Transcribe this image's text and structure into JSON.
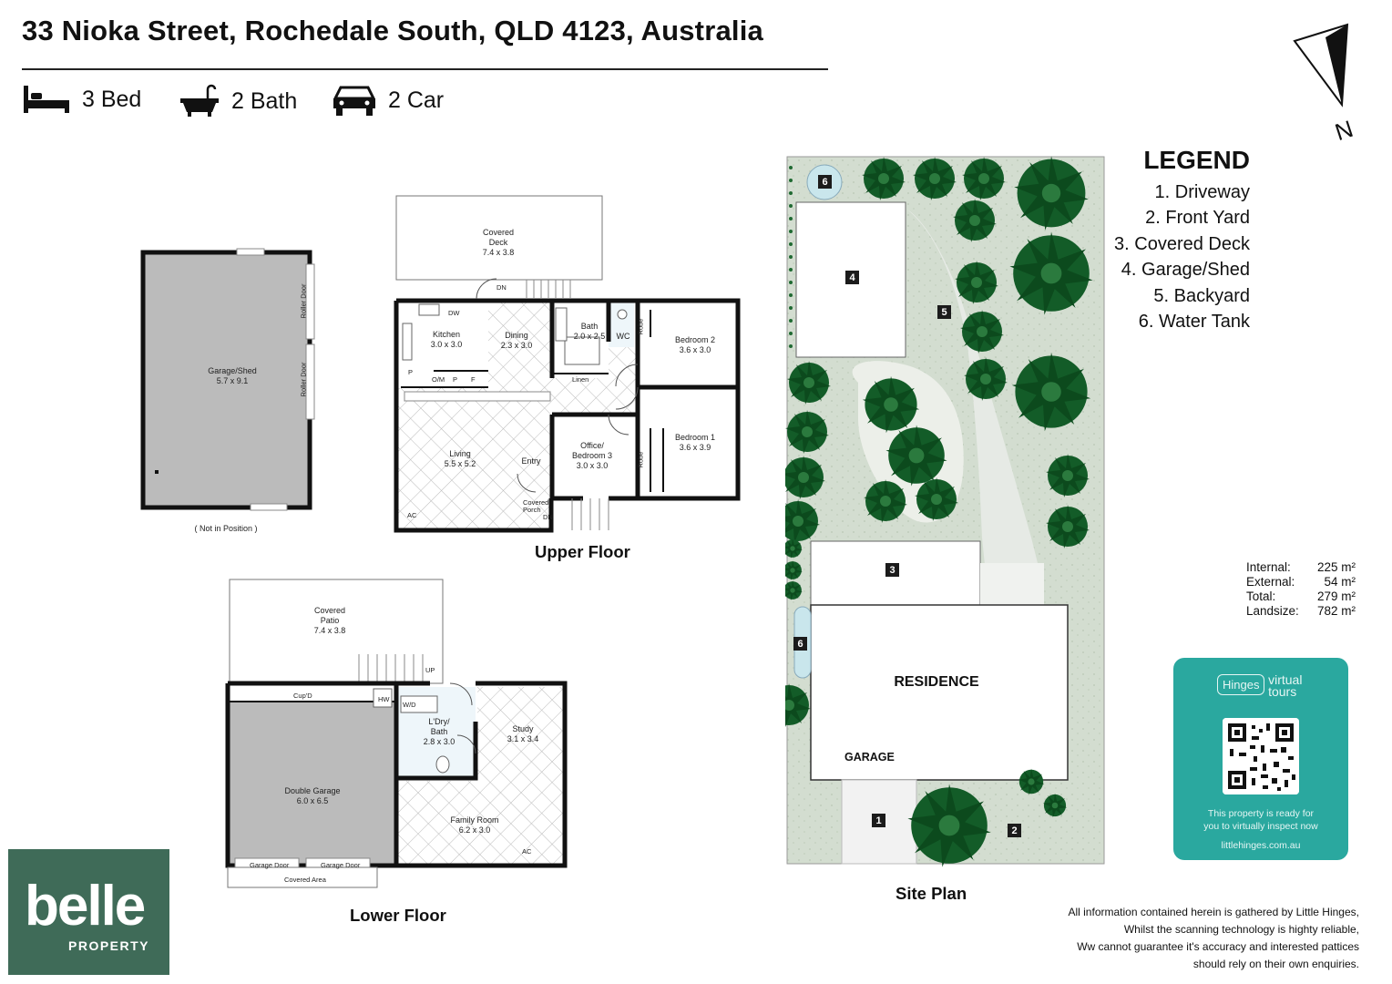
{
  "header": {
    "address": "33 Nioka Street, Rochedale South, QLD 4123, Australia",
    "beds": "3 Bed",
    "baths": "2 Bath",
    "cars": "2 Car"
  },
  "compass": {
    "north_label": "N"
  },
  "legend": {
    "title": "LEGEND",
    "items": [
      "1. Driveway",
      "2. Front Yard",
      "3. Covered Deck",
      "4. Garage/Shed",
      "5. Backyard",
      "6. Water Tank"
    ]
  },
  "areas": [
    {
      "label": "Internal:",
      "value": "225 m²"
    },
    {
      "label": "External:",
      "value": "54 m²"
    },
    {
      "label": "Total:",
      "value": "279 m²"
    },
    {
      "label": "Landsize:",
      "value": "782 m²"
    }
  ],
  "garage_shed": {
    "name": "Garage/Shed",
    "size": "5.7 x 9.1",
    "roller_door_1": "Roller Door",
    "roller_door_2": "Roller Door",
    "note": "( Not in Position )"
  },
  "upper_floor": {
    "caption": "Upper Floor",
    "deck": {
      "name": "Covered",
      "name2": "Deck",
      "size": "7.4 x 3.8"
    },
    "kitchen": {
      "name": "Kitchen",
      "size": "3.0 x 3.0"
    },
    "dining": {
      "name": "Dining",
      "size": "2.3 x 3.0"
    },
    "bath": {
      "name": "Bath",
      "size": "2.0 x 2.5"
    },
    "wc": "WC",
    "bed2": {
      "name": "Bedroom 2",
      "size": "3.6 x 3.0"
    },
    "bed1": {
      "name": "Bedroom 1",
      "size": "3.6 x 3.9"
    },
    "office": {
      "name": "Office/",
      "name2": "Bedroom 3",
      "size": "3.0 x 3.0"
    },
    "living": {
      "name": "Living",
      "size": "5.5 x 5.2"
    },
    "entry": "Entry",
    "porch": {
      "name": "Covered",
      "name2": "Porch"
    },
    "linen": "Linen",
    "robe1": "Robe",
    "robe2": "Robe",
    "dw": "DW",
    "om": "O/M",
    "p1": "P",
    "p2": "P",
    "f": "F",
    "ac": "AC",
    "dn1": "DN",
    "dn2": "DN"
  },
  "lower_floor": {
    "caption": "Lower Floor",
    "patio": {
      "name": "Covered",
      "name2": "Patio",
      "size": "7.4 x 3.8"
    },
    "up": "UP",
    "cupd": "Cup'D",
    "hw": "HW",
    "wd": "W/D",
    "laundry": {
      "name": "L'Dry/",
      "name2": "Bath",
      "size": "2.8 x 3.0"
    },
    "study": {
      "name": "Study",
      "size": "3.1 x 3.4"
    },
    "garage": {
      "name": "Double Garage",
      "size": "6.0 x 6.5"
    },
    "family": {
      "name": "Family Room",
      "size": "6.2 x 3.0"
    },
    "ac": "AC",
    "garage_door_1": "Garage Door",
    "garage_door_2": "Garage Door",
    "covered_area": "Covered Area"
  },
  "site_plan": {
    "caption": "Site Plan",
    "residence": "RESIDENCE",
    "garage": "GARAGE",
    "markers": [
      "1",
      "2",
      "3",
      "4",
      "5",
      "6",
      "6"
    ]
  },
  "disclaimer": [
    "All information contained herein is gathered by Little Hinges,",
    "Whilst the scanning technology is highty reliable,",
    "Ww cannot guarantee it's accuracy and interested pattices",
    "should rely on their own enquiries."
  ],
  "agency": {
    "name": "belle",
    "sub": "PROPERTY"
  },
  "virtual_tour": {
    "brand1": "Hinges",
    "brand2": "virtual",
    "brand3": "tours",
    "line1": "This property is ready for",
    "line2": "you to virtually inspect now",
    "url": "littlehinges.com.au"
  },
  "colors": {
    "grass": "#d3ddd0",
    "tree": "#135c28",
    "tank": "#c9e6ec",
    "shed_fill": "#bbbbbb",
    "agency_green": "#3f6b58",
    "tour_teal": "#2aa89f"
  }
}
